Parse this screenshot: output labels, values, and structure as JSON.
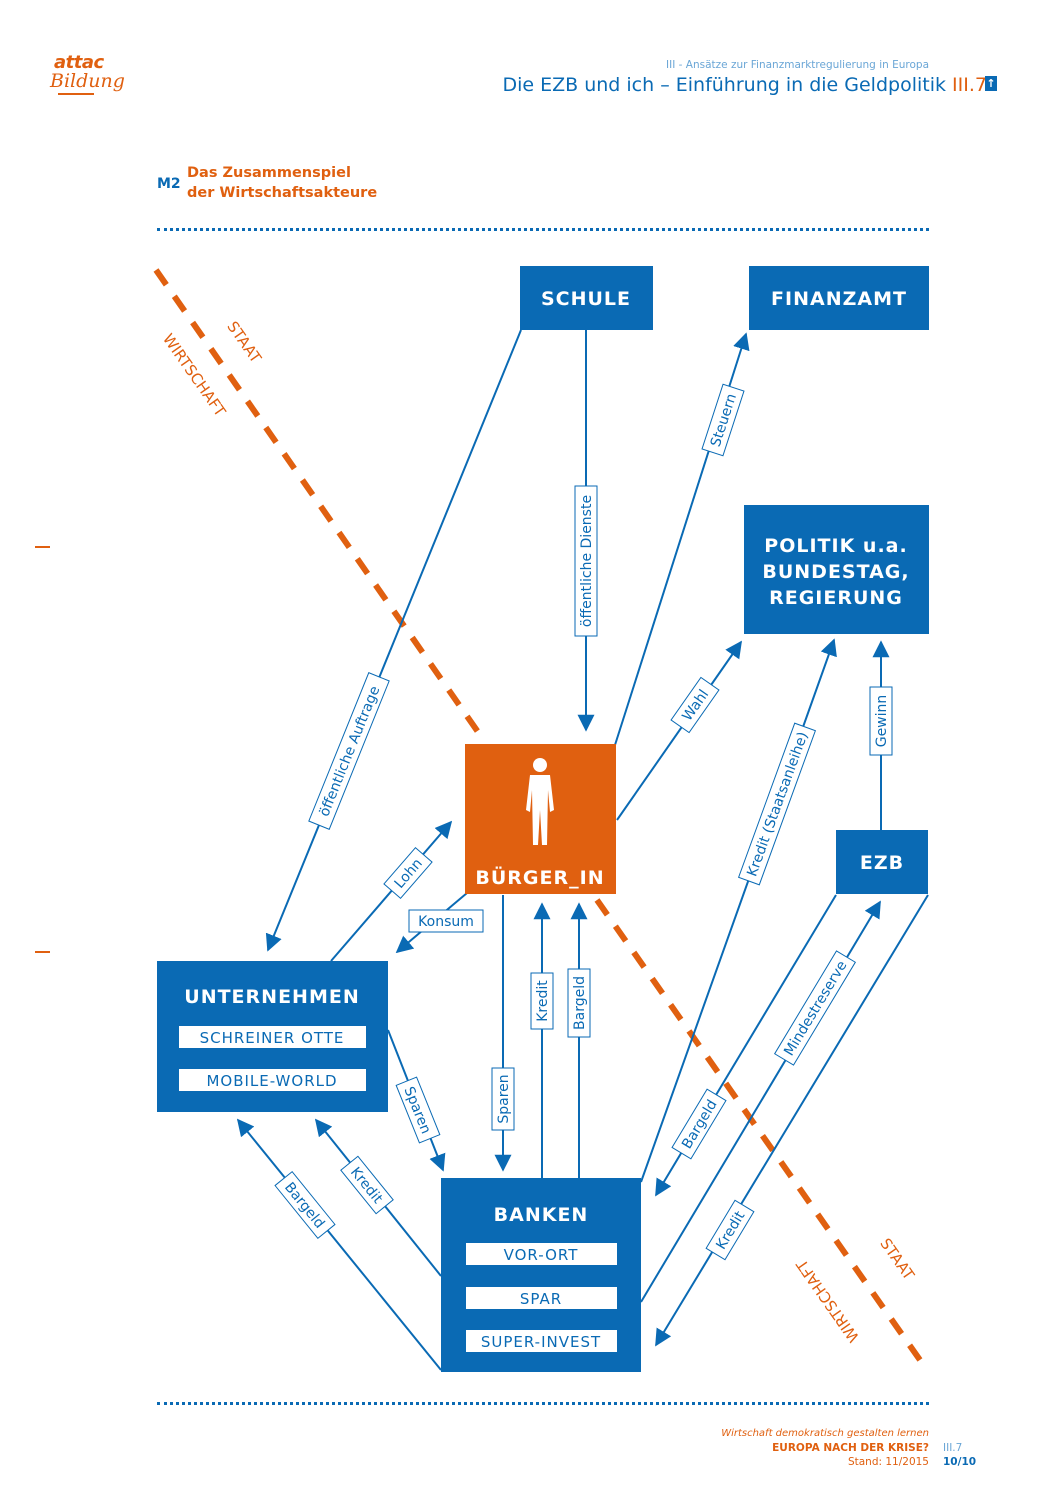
{
  "header": {
    "logo_line1": "attac",
    "logo_line2": "Bildung",
    "subtitle": "III - Ansätze zur Finanzmarktregulierung in Europa",
    "title": "Die EZB und ich – Einführung in die Geldpolitik",
    "section_number": "III.7",
    "up_icon": "arrow-up-icon",
    "up_glyph": "↑"
  },
  "material": {
    "code": "M2",
    "title_line1": "Das Zusammenspiel",
    "title_line2": "der Wirtschaftsakteure"
  },
  "colors": {
    "blue": "#0a6ab4",
    "orange": "#e06010",
    "light_blue": "#6aa6d6"
  },
  "diagram": {
    "boundary_labels": {
      "top_staat": "STAAT",
      "top_wirtschaft": "WIRTSCHAFT",
      "bottom_staat": "STAAT",
      "bottom_wirtschaft": "WIRTSCHAFT"
    },
    "nodes": {
      "schule": "SCHULE",
      "finanzamt": "FINANZAMT",
      "politik": [
        "POLITIK u.a.",
        "BUNDESTAG,",
        "REGIERUNG"
      ],
      "buerger": "BÜRGER_IN",
      "buerger_icon": "person-icon",
      "ezb": "EZB",
      "unternehmen": {
        "title": "UNTERNEHMEN",
        "members": [
          "SCHREINER OTTE",
          "MOBILE-WORLD"
        ]
      },
      "banken": {
        "title": "BANKEN",
        "members": [
          "VOR-ORT",
          "SPAR",
          "SUPER-INVEST"
        ]
      }
    },
    "flows": [
      {
        "label": "öffentliche Dienste",
        "from": "SCHULE",
        "to": "BÜRGER_IN"
      },
      {
        "label": "Steuern",
        "from": "BÜRGER_IN",
        "to": "FINANZAMT"
      },
      {
        "label": "öffentliche Aufträge",
        "from": "SCHULE",
        "to": "UNTERNEHMEN",
        "display": "öffentliche Auftrage"
      },
      {
        "label": "Wahl",
        "from": "BÜRGER_IN",
        "to": "POLITIK"
      },
      {
        "label": "Kredit (Staatsanleihe)",
        "from": "BANKEN",
        "to": "POLITIK"
      },
      {
        "label": "Gewinn",
        "from": "EZB",
        "to": "POLITIK"
      },
      {
        "label": "Lohn",
        "from": "UNTERNEHMEN",
        "to": "BÜRGER_IN"
      },
      {
        "label": "Konsum",
        "from": "BÜRGER_IN",
        "to": "UNTERNEHMEN"
      },
      {
        "label": "Sparen",
        "from": "BÜRGER_IN",
        "to": "BANKEN"
      },
      {
        "label": "Kredit",
        "from": "BANKEN",
        "to": "BÜRGER_IN"
      },
      {
        "label": "Bargeld",
        "from": "BANKEN",
        "to": "BÜRGER_IN"
      },
      {
        "label": "Sparen",
        "from": "UNTERNEHMEN",
        "to": "BANKEN"
      },
      {
        "label": "Bargeld",
        "from": "BANKEN",
        "to": "UNTERNEHMEN"
      },
      {
        "label": "Kredit",
        "from": "BANKEN",
        "to": "UNTERNEHMEN"
      },
      {
        "label": "Bargeld",
        "from": "EZB",
        "to": "BANKEN"
      },
      {
        "label": "Mindestreserve",
        "from": "BANKEN",
        "to": "EZB"
      },
      {
        "label": "Kredit",
        "from": "EZB",
        "to": "BANKEN"
      }
    ]
  },
  "footer": {
    "series": "Wirtschaft demokratisch gestalten lernen",
    "volume": "EUROPA NACH DER KRISE?",
    "date": "Stand: 11/2015",
    "section": "III.7",
    "page": "10/10"
  }
}
